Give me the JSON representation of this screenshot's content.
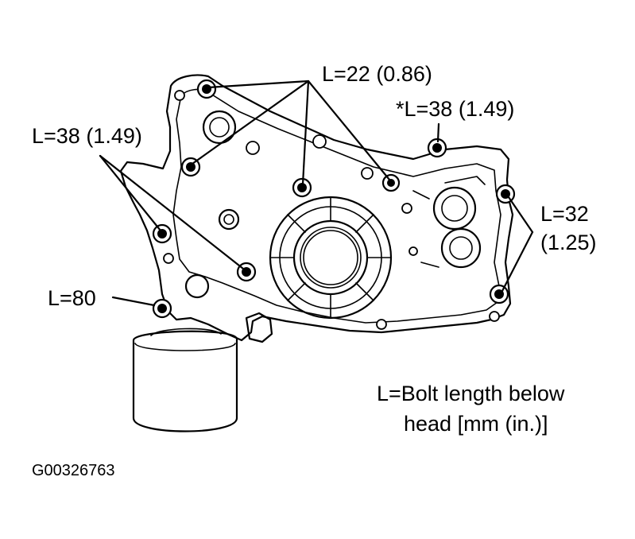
{
  "labels": {
    "l22": "L=22 (0.86)",
    "l38_star": "*L=38 (1.49)",
    "l38_left": "L=38 (1.49)",
    "l32_line1": "L=32",
    "l32_line2": "(1.25)",
    "l80": "L=80",
    "legend_line1": "L=Bolt length below",
    "legend_line2": "head [mm (in.)]",
    "figure_code": "G00326763"
  },
  "bolts": [
    {
      "group": "L=22",
      "length_mm": 22,
      "length_in": 0.86,
      "count": 4
    },
    {
      "group": "*L=38",
      "length_mm": 38,
      "length_in": 1.49,
      "count": 1
    },
    {
      "group": "L=38",
      "length_mm": 38,
      "length_in": 1.49,
      "count": 2
    },
    {
      "group": "L=32",
      "length_mm": 32,
      "length_in": 1.25,
      "count": 2
    },
    {
      "group": "L=80",
      "length_mm": 80,
      "length_in": null,
      "count": 1
    }
  ]
}
